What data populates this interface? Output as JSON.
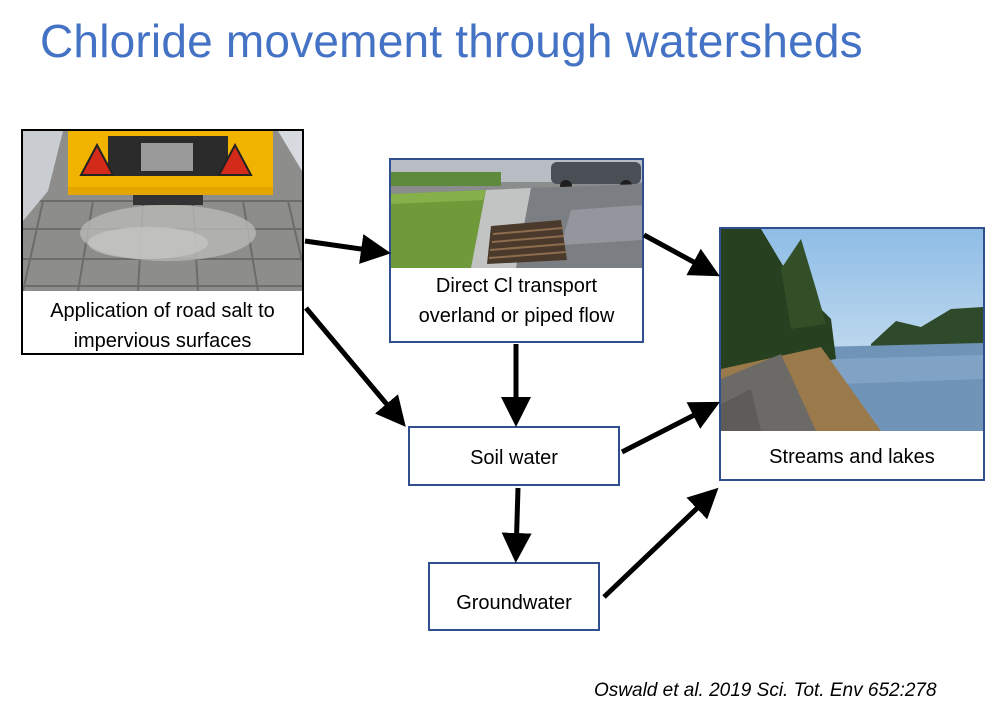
{
  "title": "Chloride movement through watersheds",
  "nodes": {
    "salt": {
      "lines": [
        "Application of road salt to",
        "impervious surfaces"
      ],
      "image": "road-salt-spreader-photo"
    },
    "direct": {
      "lines": [
        "Direct Cl transport",
        "overland or piped flow"
      ],
      "image": "storm-drain-curb-photo"
    },
    "streams": {
      "lines": [
        "Streams and lakes"
      ],
      "image": "lake-shoreline-photo"
    },
    "soil": {
      "lines": [
        "Soil water"
      ]
    },
    "ground": {
      "lines": [
        "Groundwater"
      ]
    }
  },
  "edges": [
    {
      "from": "salt",
      "to": "direct"
    },
    {
      "from": "salt",
      "to": "soil"
    },
    {
      "from": "direct",
      "to": "streams"
    },
    {
      "from": "direct",
      "to": "soil"
    },
    {
      "from": "soil",
      "to": "streams"
    },
    {
      "from": "soil",
      "to": "ground"
    },
    {
      "from": "ground",
      "to": "streams"
    }
  ],
  "colors": {
    "title": "#4472c4",
    "box_border": "#2f4f8f",
    "arrow": "#000000"
  },
  "citation": "Oswald et al. 2019 Sci. Tot. Env 652:278"
}
